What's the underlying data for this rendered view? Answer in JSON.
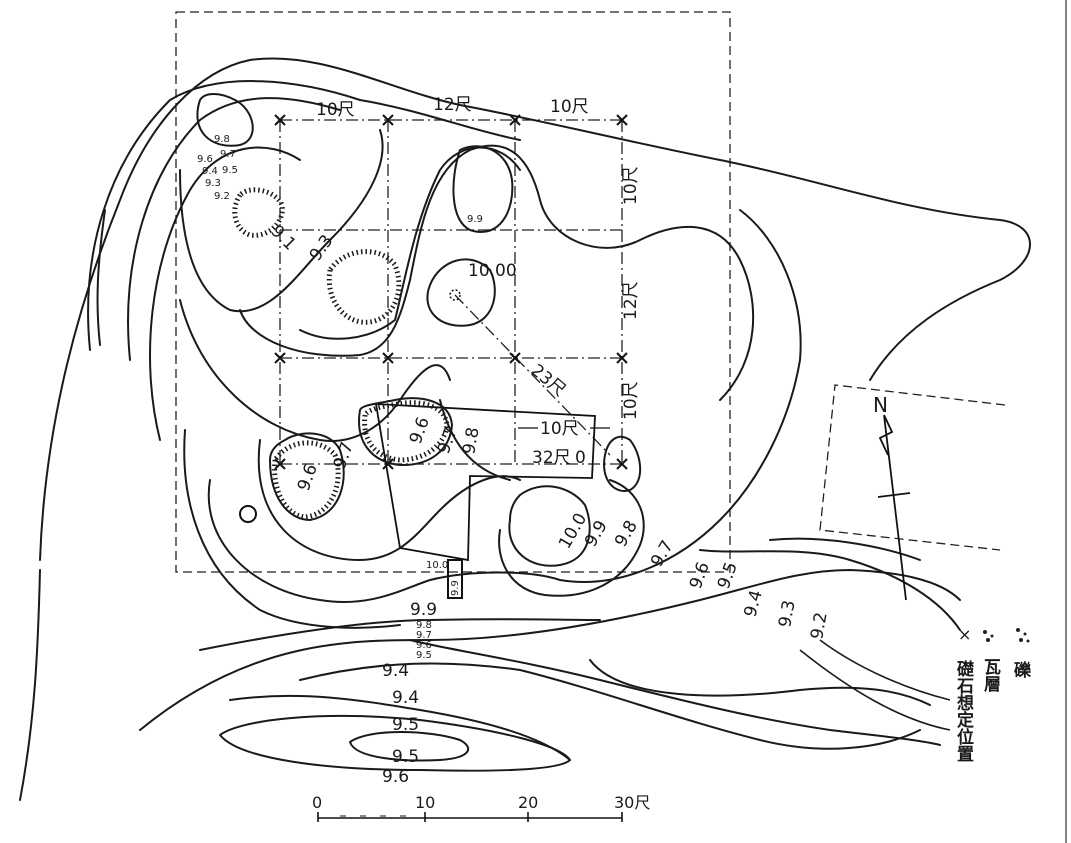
{
  "dimensions": {
    "top": [
      "10尺",
      "12尺",
      "10尺"
    ],
    "right": [
      "10尺",
      "12尺",
      "10尺"
    ],
    "diagonal": "23尺",
    "inner_width": "10尺",
    "inner_length": "32尺",
    "zero_mark": "0"
  },
  "contours": {
    "top_left_cluster": [
      "9.8",
      "9.6",
      "9.7",
      "9.4",
      "9.5",
      "9.3",
      "9.2"
    ],
    "left_diag": "9.1",
    "pit_upper": "9.3",
    "peak": "10.00",
    "top_spot": "9.9",
    "center": [
      "9.6",
      "9.7",
      "9.8"
    ],
    "lower_left": [
      "9.6",
      "9.7"
    ],
    "lower_right": [
      "10.0",
      "9.9",
      "9.8",
      "9.7"
    ],
    "east_slope": [
      "9.6",
      "9.5",
      "9.4",
      "9.3",
      "9.2"
    ],
    "small_labels": [
      "10.0",
      "9.9"
    ],
    "south_stack": [
      "9.9",
      "9.8",
      "9.7",
      "9.6",
      "9.5"
    ],
    "south_bottom": [
      "9.4",
      "9.4",
      "9.5",
      "9.5",
      "9.6"
    ]
  },
  "scale_bar": {
    "ticks": [
      "0",
      "10",
      "20",
      "30尺"
    ]
  },
  "legend": {
    "cross_symbol": "×",
    "gravel": "礫",
    "tile_layer": "瓦層",
    "foundation_stone": "礎石想定位置"
  },
  "north_label": "N"
}
